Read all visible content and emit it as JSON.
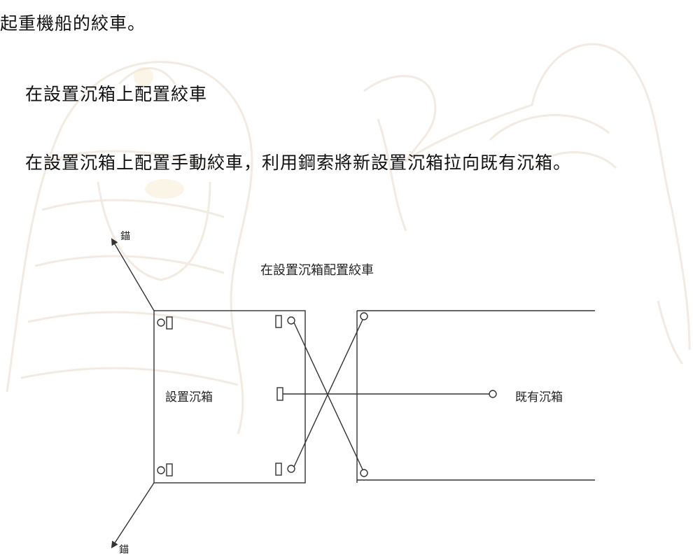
{
  "page": {
    "line_1": "起重機船的絞車。",
    "line_2": "在設置沉箱上配置絞車",
    "line_3": "在設置沉箱上配置手動絞車，利用鋼索將新設置沉箱拉向既有沉箱。"
  },
  "diagram": {
    "title": "在設置沉箱配置絞車",
    "new_caisson_label": "設置沉箱",
    "existing_caisson_label": "既有沉箱",
    "anchor_top_label": "錨",
    "anchor_bottom_label": "錨"
  },
  "colors": {
    "text": "#111111",
    "diagram_line": "#333333",
    "watermark": "#e9d6c8"
  }
}
